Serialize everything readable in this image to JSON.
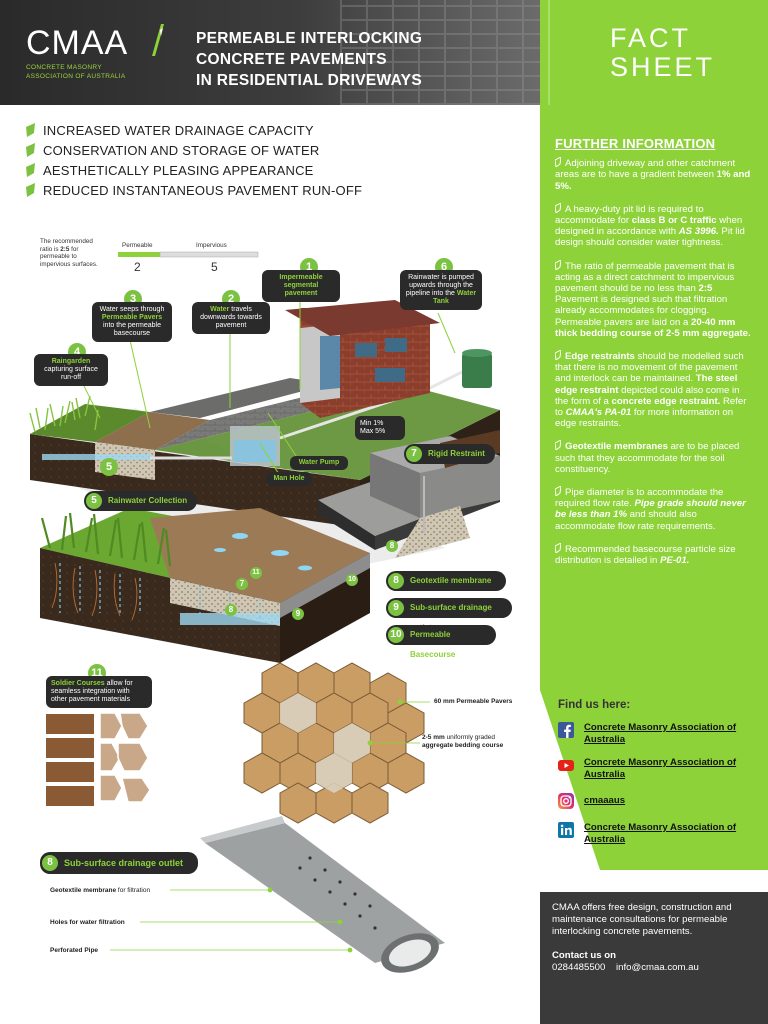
{
  "header": {
    "logo": "CMAA",
    "logo_sub_1": "CONCRETE MASONRY",
    "logo_sub_2": "ASSOCIATION OF AUSTRALIA",
    "title_1": "PERMEABLE INTERLOCKING",
    "title_2": "CONCRETE PAVEMENTS",
    "title_3": "IN RESIDENTIAL DRIVEWAYS",
    "fact_1": "FACT",
    "fact_2": "SHEET"
  },
  "features": [
    "INCREASED WATER DRAINAGE CAPACITY",
    "CONSERVATION AND STORAGE OF WATER",
    "AESTHETICALLY PLEASING APPEARANCE",
    "REDUCED INSTANTANEOUS PAVEMENT RUN-OFF"
  ],
  "info": {
    "heading": "FURTHER INFORMATION",
    "p1_a": "Adjoining driveway and other catchment areas are to have a gradient between ",
    "p1_b": "1% and 5%.",
    "p2_a": "A heavy-duty pit lid is required to accommodate for ",
    "p2_b": "class B or C traffic",
    "p2_c": " when designed in accordance with ",
    "p2_d": "AS 3996.",
    "p2_e": " Pit lid design should consider water tightness.",
    "p3_a": "The ratio of permeable pavement that is acting as a direct catchment to impervious pavement should be no less than ",
    "p3_b": "2:5",
    "p3_c": " Pavement is designed such that filtration already accommodates for clogging. Permeable pavers are laid on a ",
    "p3_d": "20-40 mm thick bedding course of 2-5 mm aggregate.",
    "p4_a": "Edge restraints",
    "p4_b": " should be modelled such that there is no movement of the pavement and interlock can be maintained. ",
    "p4_c": "The steel edge restraint",
    "p4_d": " depicted could also come in the form of a ",
    "p4_e": "concrete edge restraint.",
    "p4_f": " Refer to ",
    "p4_g": "CMAA's PA-01",
    "p4_h": " for more information on edge restraints.",
    "p5_a": "Geotextile membranes",
    "p5_b": " are to be placed such that they accommodate for the soil constituency.",
    "p6_a": "Pipe diameter is to accommodate the required flow rate. ",
    "p6_b": "Pipe grade should never be less than 1%",
    "p6_c": " and should also accommodate flow rate requirements.",
    "p7_a": "Recommended basecourse particle size distribution is detailed in ",
    "p7_b": "PE-01."
  },
  "social": {
    "heading": "Find us here:",
    "facebook": "Concrete Masonry Association of Australia",
    "youtube": "Concrete Masonry Association of Australia",
    "instagram": "cmaaaus",
    "linkedin": "Concrete Masonry Association of Australia"
  },
  "contact": {
    "text": "CMAA offers free design, construction and maintenance consultations for permeable interlocking concrete pavements.",
    "heading": "Contact us on",
    "phone": "0284485500",
    "email": "info@cmaa.com.au"
  },
  "diagram": {
    "ratio_text_1": "The recommended",
    "ratio_text_2": "ratio is ",
    "ratio_bold": "2:5",
    "ratio_text_3": " for",
    "ratio_text_4": "permeable to",
    "ratio_text_5": "impervious surfaces.",
    "permeable": "Permeable",
    "impervious": "Impervious",
    "ratio_2": "2",
    "ratio_5": "5",
    "c1_bold": "Impermeable segmental pavement",
    "c2_bold": "Water",
    "c2_text": " travels downwards towards pavement",
    "c3_a": "Water seeps through ",
    "c3_bold": "Permeable Pavers",
    "c3_b": " into the permeable basecourse",
    "c4_bold": "Raingarden",
    "c4_text": " capturing surface run-off",
    "c6_text": "Rainwater is pumped upwards through the pipeline into the ",
    "c6_bold": "Water Tank",
    "min": "Min 1%",
    "max": "Max 5%",
    "water_pump": "Water Pump",
    "man_hole": "Man Hole",
    "rigid_restraint": "Rigid Restraint",
    "rainwater_collection": "Rainwater Collection",
    "geotextile_membrane": "Geotextile membrane",
    "subsurface_outlet": "Sub-surface drainage outlet",
    "permeable_basecourse": "Permeable Basecourse",
    "c11_bold": "Soldier Courses",
    "c11_text": " allow for seamless integration with other pavement materials",
    "pavers_60": "60 mm Permeable Pavers",
    "agg_1": "2-5 mm",
    "agg_2": " uniformly graded",
    "agg_3": "aggregate bedding course",
    "subsurface_outlet_2": "Sub-surface drainage outlet",
    "pipe_geo_bold": "Geotextile membrane",
    "pipe_geo": " for filtration",
    "pipe_holes": "Holes for water filtration",
    "pipe_perf": "Perforated Pipe",
    "n1": "1",
    "n2": "2",
    "n3": "3",
    "n4": "4",
    "n5": "5",
    "n6": "6",
    "n7": "7",
    "n8": "8",
    "n9": "9",
    "n10": "10",
    "n11": "11"
  }
}
